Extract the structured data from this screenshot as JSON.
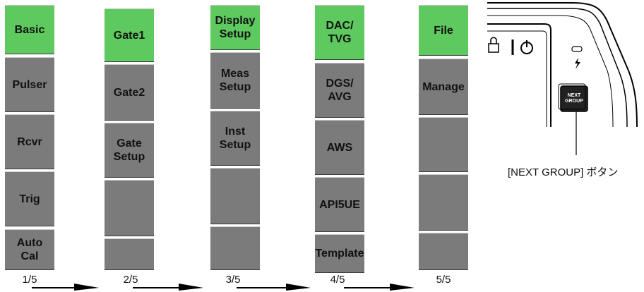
{
  "groups": [
    {
      "page": "1/5",
      "items": [
        "Basic",
        "Pulser",
        "Rcvr",
        "Trig",
        "Auto\nCal"
      ]
    },
    {
      "page": "2/5",
      "items": [
        "Gate1",
        "Gate2",
        "Gate\nSetup",
        "",
        ""
      ]
    },
    {
      "page": "3/5",
      "items": [
        "Display\nSetup",
        "Meas\nSetup",
        "Inst\nSetup",
        "",
        ""
      ]
    },
    {
      "page": "4/5",
      "items": [
        "DAC/\nTVG",
        "DGS/\nAVG",
        "AWS",
        "API5UE",
        "Template"
      ]
    },
    {
      "page": "5/5",
      "items": [
        "File",
        "Manage",
        "",
        "",
        ""
      ]
    }
  ],
  "device": {
    "next_group_key": "NEXT\nGROUP"
  },
  "caption": "[NEXT GROUP] ボタン",
  "colors": {
    "active": "#5ec95e",
    "inactive": "#7b7b7b"
  }
}
